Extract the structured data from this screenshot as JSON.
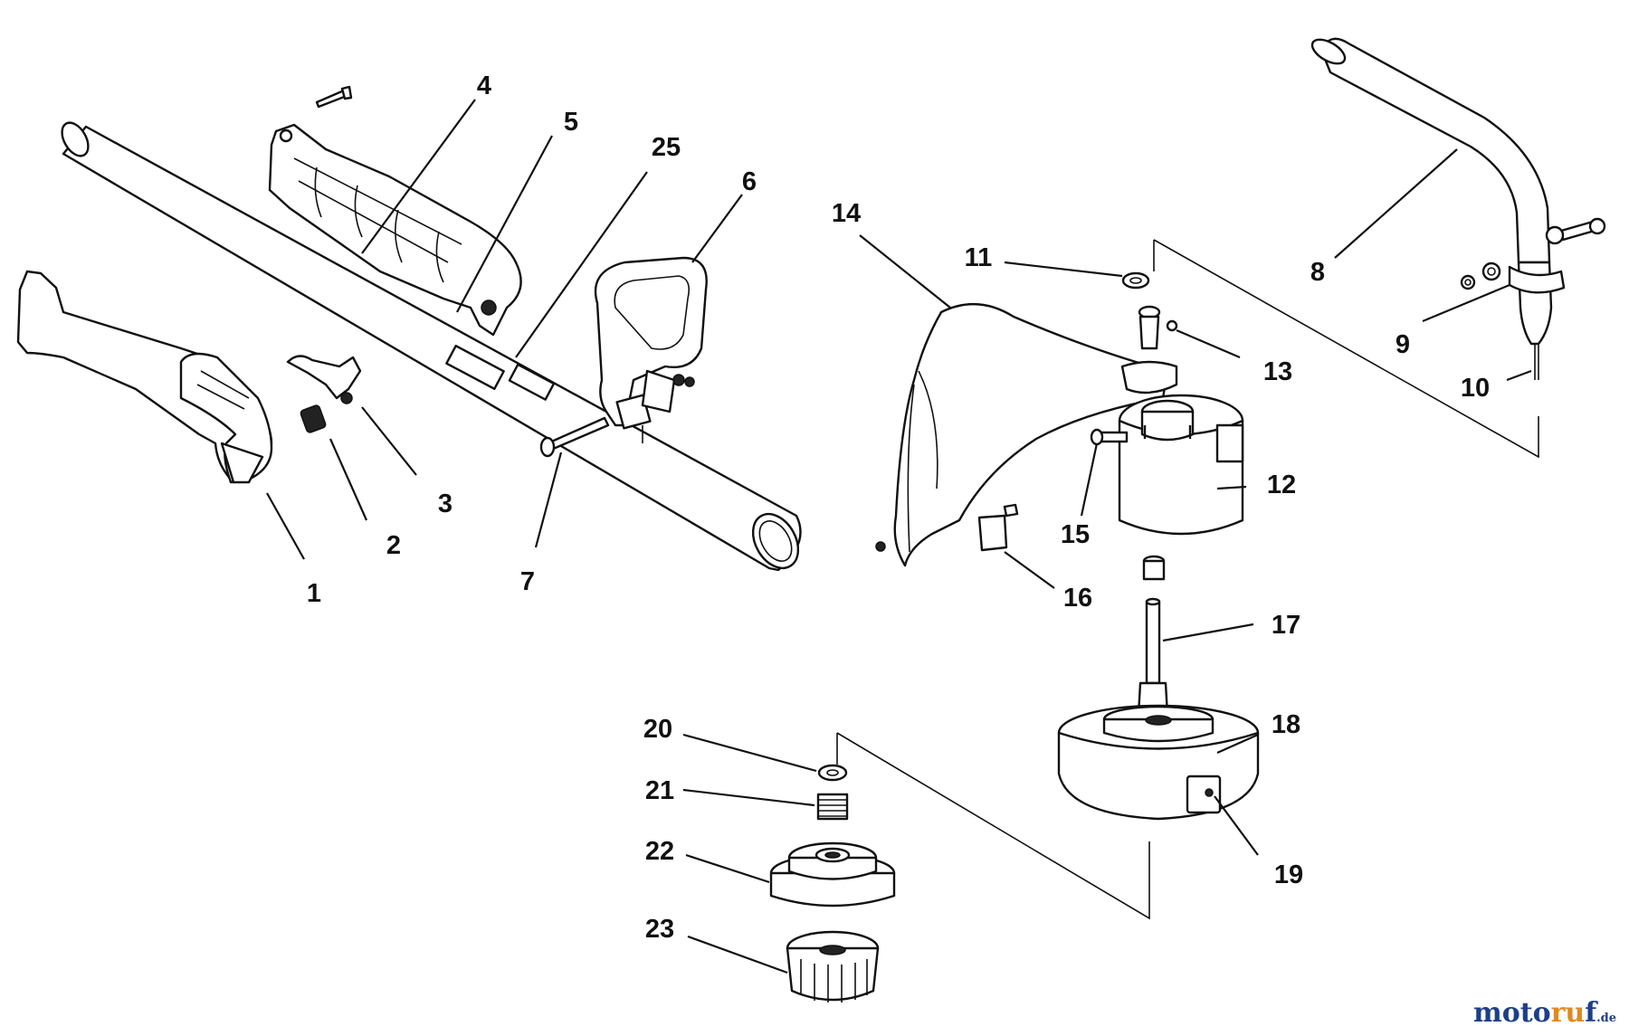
{
  "diagram": {
    "callouts": [
      {
        "id": "1",
        "label": "1"
      },
      {
        "id": "2",
        "label": "2"
      },
      {
        "id": "3",
        "label": "3"
      },
      {
        "id": "4",
        "label": "4"
      },
      {
        "id": "5",
        "label": "5"
      },
      {
        "id": "25",
        "label": "25"
      },
      {
        "id": "6",
        "label": "6"
      },
      {
        "id": "7",
        "label": "7"
      },
      {
        "id": "8",
        "label": "8"
      },
      {
        "id": "9",
        "label": "9"
      },
      {
        "id": "10",
        "label": "10"
      },
      {
        "id": "11",
        "label": "11"
      },
      {
        "id": "12",
        "label": "12"
      },
      {
        "id": "13",
        "label": "13"
      },
      {
        "id": "14",
        "label": "14"
      },
      {
        "id": "15",
        "label": "15"
      },
      {
        "id": "16",
        "label": "16"
      },
      {
        "id": "17",
        "label": "17"
      },
      {
        "id": "18",
        "label": "18"
      },
      {
        "id": "19",
        "label": "19"
      },
      {
        "id": "20",
        "label": "20"
      },
      {
        "id": "21",
        "label": "21"
      },
      {
        "id": "22",
        "label": "22"
      },
      {
        "id": "23",
        "label": "23"
      }
    ]
  },
  "watermark": {
    "part1": "moto",
    "part2": "ru",
    "part3": "f",
    "tld": ".de"
  }
}
